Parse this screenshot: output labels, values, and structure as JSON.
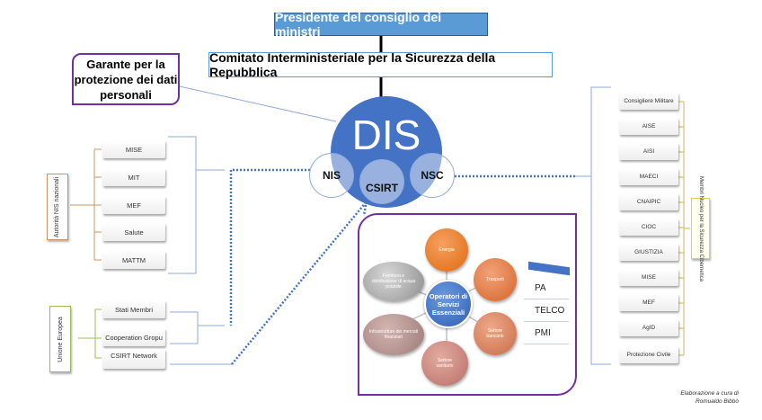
{
  "top": {
    "presidente": "Presidente del consiglio dei ministri",
    "comitato": "Comitato Interministeriale per la Sicurezza della Repubblica",
    "garante": "Garante per la protezione dei dati personali"
  },
  "core": {
    "dis": "DIS",
    "nis": "NIS",
    "csirt": "CSIRT",
    "nsc": "NSC"
  },
  "autorita_nis": {
    "label": "Autorità NIS nazionali",
    "items": [
      "MISE",
      "MIT",
      "MEF",
      "Salute",
      "MATTM"
    ]
  },
  "unione_europea": {
    "label": "Unione Europea",
    "items": [
      "Stati Membri",
      "Cooperation Gropu",
      "CSIRT Network"
    ]
  },
  "nucleo": {
    "label": "Membri Nucleo per la Sicurezza Cibernetica",
    "items": [
      "Consigliere Militare",
      "AISE",
      "AISI",
      "MAECI",
      "CNAIPIC",
      "CIOC",
      "GIUSTIZIA",
      "MISE",
      "MEF",
      "AgID",
      "Protezione Civile"
    ]
  },
  "ose": {
    "center": "Operatori di Servizi Essenziali",
    "sectors": [
      {
        "label": "Energia",
        "color": "#ed7d31"
      },
      {
        "label": "Trasporti",
        "color": "#e07b45"
      },
      {
        "label": "Settore bancario",
        "color": "#d9825a"
      },
      {
        "label": "Settore sanitario",
        "color": "#c98a80"
      },
      {
        "label": "Infrastrutture dei mercati finanziari",
        "color": "#b09090"
      },
      {
        "label": "Fornitura e distribuzione di acqua potabile",
        "color": "#a6a6a6"
      }
    ],
    "other_targets": [
      "PA",
      "TELCO",
      "PMI"
    ]
  },
  "credit": {
    "line1": "Elaborazione a cura di",
    "line2": "Romualdo Bibbò"
  },
  "colors": {
    "accent_blue": "#4472c4",
    "frame_purple": "#7030a0",
    "connector_blue": "#8faadc",
    "nis_bracket": "#c8956a",
    "eu_bracket": "#9bbb59",
    "nucleo_bracket": "#d6b656"
  }
}
